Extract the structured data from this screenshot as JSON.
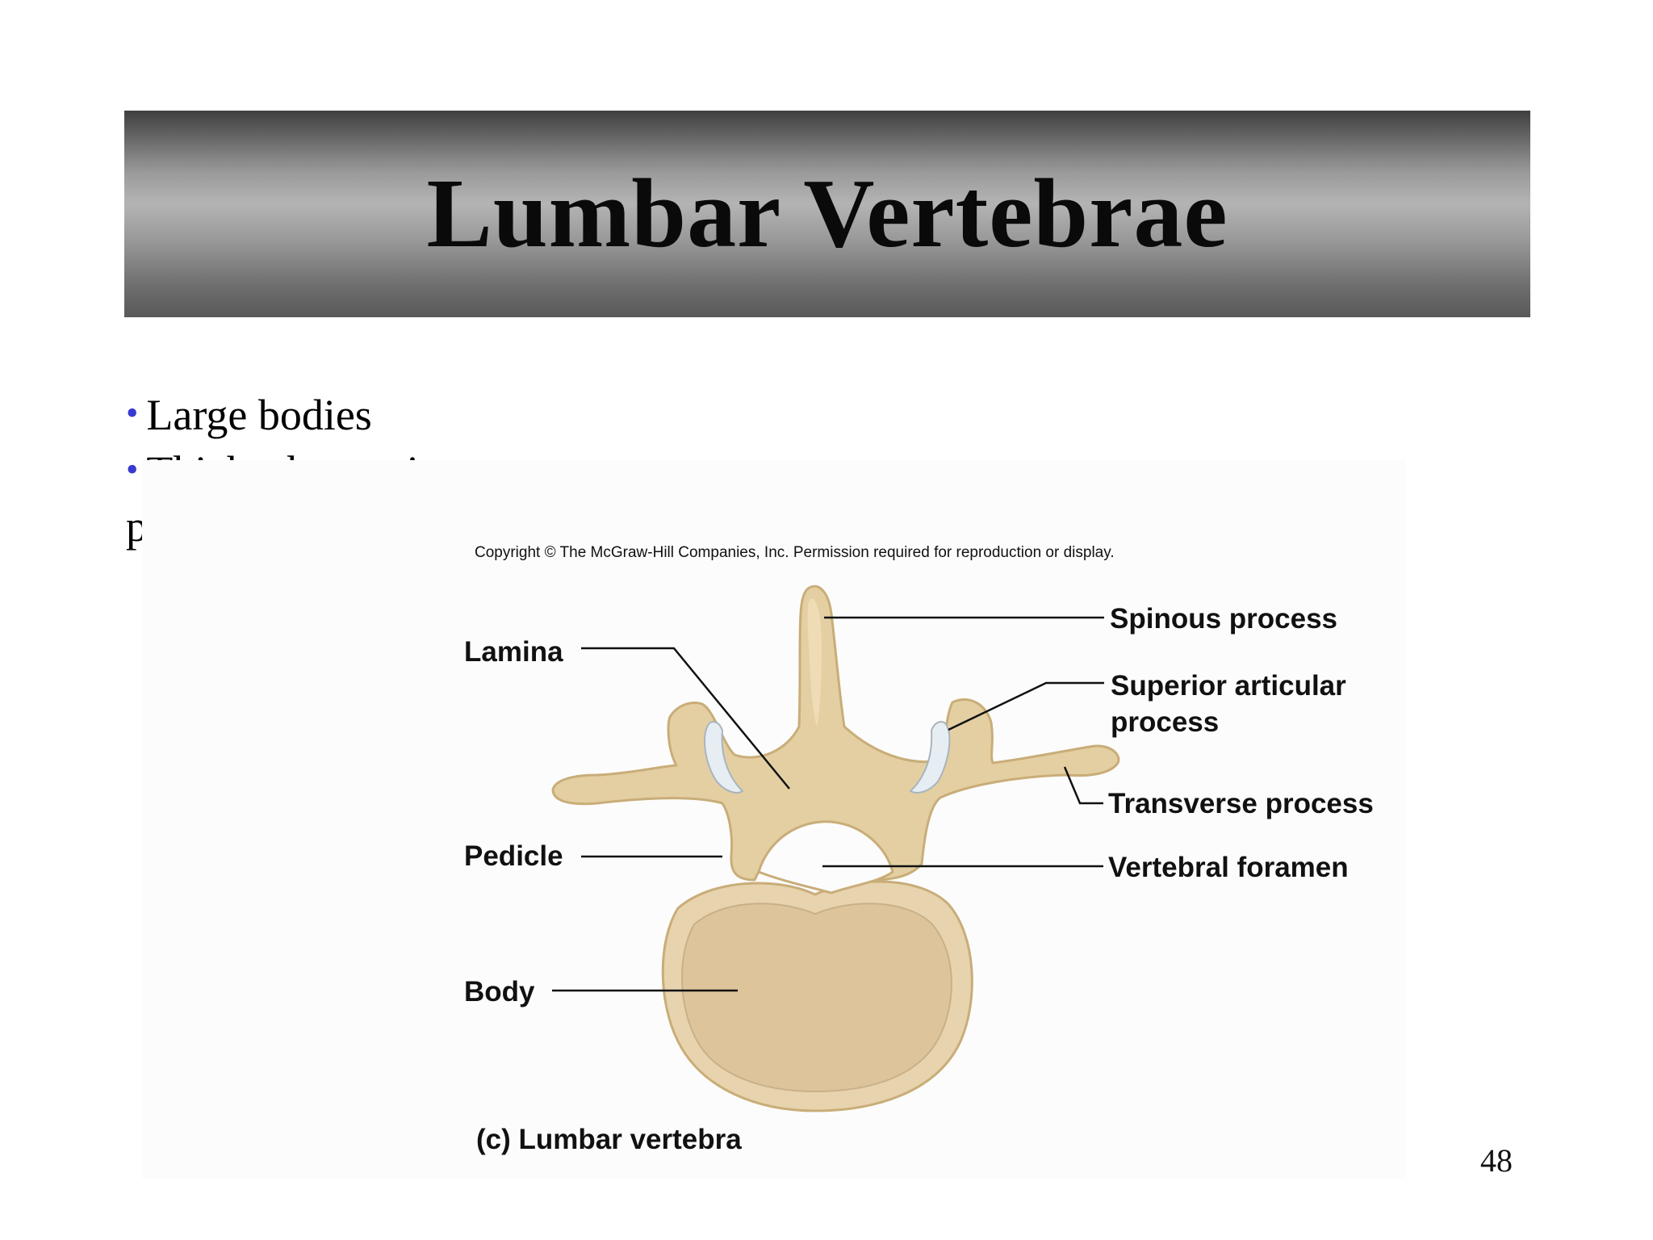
{
  "slide": {
    "title": "Lumbar Vertebrae",
    "bullets": [
      "Large bodies",
      "Thick, short spinous",
      "processes"
    ],
    "page_number": "48"
  },
  "figure": {
    "copyright": "Copyright © The McGraw-Hill Companies, Inc. Permission required for reproduction or display.",
    "labels": {
      "spinous_process": "Spinous process",
      "lamina": "Lamina",
      "superior_articular_process_line1": "Superior articular",
      "superior_articular_process_line2": "process",
      "transverse_process": "Transverse process",
      "pedicle": "Pedicle",
      "vertebral_foramen": "Vertebral foramen",
      "body": "Body"
    },
    "caption": "(c)  Lumbar vertebra"
  },
  "colors": {
    "bone": "#e4cfa3",
    "bone_outline": "#c9ad78",
    "body_interior": "#ddc49a",
    "articular_facet": "#e6eef4",
    "bullet_dot": "#3a3ad2"
  }
}
